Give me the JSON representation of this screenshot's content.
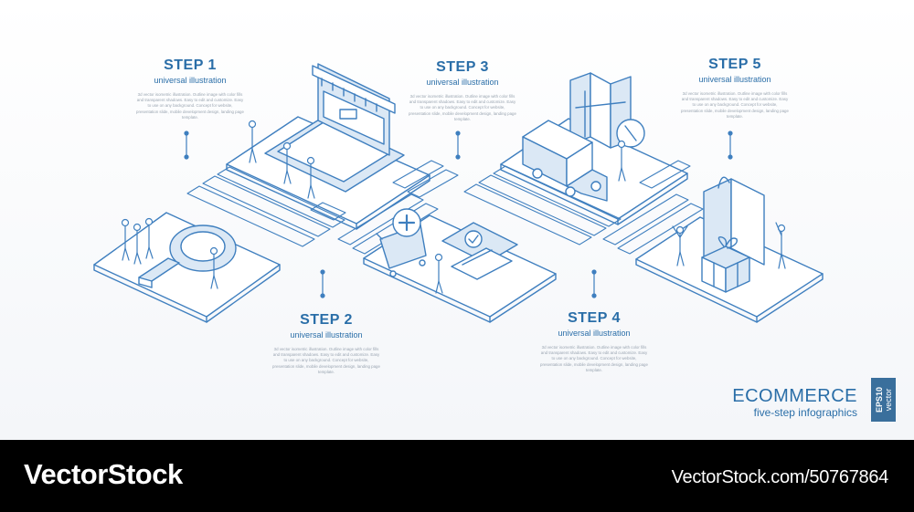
{
  "steps": [
    {
      "title": "STEP 1",
      "subtitle": "universal illustration",
      "description": "3d vector isometric illustration. Outline image with color fills and transparent shadows. Easy to edit and customize. Easy to use on any background. Concept for website, presentation slide, mobile development design, landing page template."
    },
    {
      "title": "STEP 2",
      "subtitle": "universal illustration",
      "description": "3d vector isometric illustration. Outline image with color fills and transparent shadows. Easy to edit and customize. Easy to use on any background. Concept for website, presentation slide, mobile development design, landing page template."
    },
    {
      "title": "STEP 3",
      "subtitle": "universal illustration",
      "description": "3d vector isometric illustration. Outline image with color fills and transparent shadows. Easy to edit and customize. Easy to use on any background. Concept for website, presentation slide, mobile development design, landing page template."
    },
    {
      "title": "STEP 4",
      "subtitle": "universal illustration",
      "description": "3d vector isometric illustration. Outline image with color fills and transparent shadows. Easy to edit and customize. Easy to use on any background. Concept for website, presentation slide, mobile development design, landing page template."
    },
    {
      "title": "STEP 5",
      "subtitle": "universal illustration",
      "description": "3d vector isometric illustration. Outline image with color fills and transparent shadows. Easy to edit and customize. Easy to use on any background. Concept for website, presentation slide, mobile development design, landing page template."
    }
  ],
  "brand": {
    "title": "ECOMMERCE",
    "subtitle": "five-step infographics"
  },
  "badge": {
    "line1": "EPS10",
    "line2": "vector"
  },
  "footer": {
    "logo": "VectorStock",
    "url": "VectorStock.com/50767864"
  },
  "colors": {
    "accent": "#2a6ea8",
    "line": "#3f7fbf",
    "fill": "#dbe8f5",
    "badge": "#3a6f9c"
  },
  "icons": [
    "magnifier-icon",
    "laptop-store-icon",
    "shopping-cart-icon",
    "payment-phone-icon",
    "delivery-truck-icon",
    "map-icon",
    "compass-icon",
    "shopping-bag-icon",
    "gift-box-icon"
  ]
}
